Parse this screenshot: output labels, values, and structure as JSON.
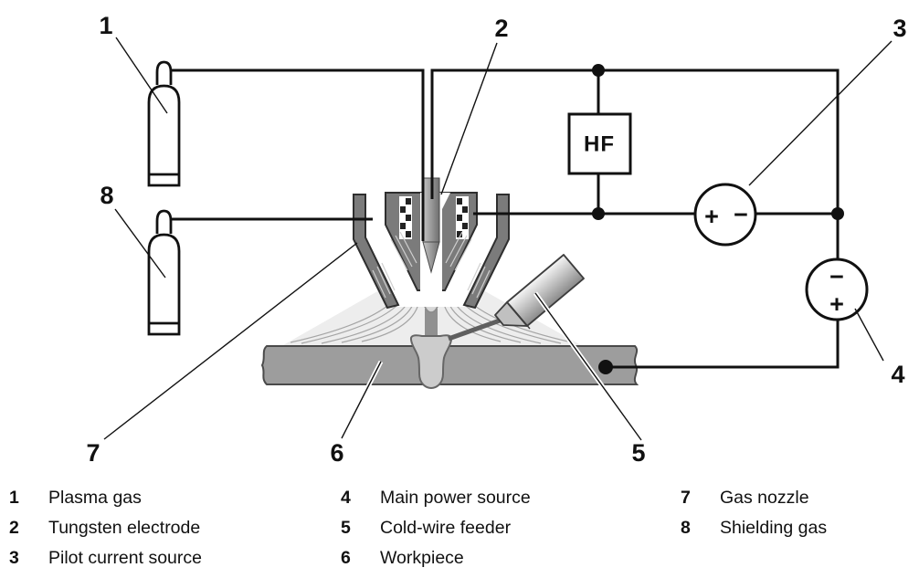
{
  "diagram": {
    "callouts": {
      "c1": "1",
      "c2": "2",
      "c3": "3",
      "c4": "4",
      "c5": "5",
      "c6": "6",
      "c7": "7",
      "c8": "8"
    },
    "hf_box": {
      "label": "HF"
    },
    "pilot_current_source": {
      "plus": "+",
      "minus": "−"
    },
    "main_power_source": {
      "minus": "−",
      "plus": "+"
    }
  },
  "legend": {
    "items": [
      {
        "num": "1",
        "label": "Plasma gas"
      },
      {
        "num": "2",
        "label": "Tungsten electrode"
      },
      {
        "num": "3",
        "label": "Pilot current source"
      },
      {
        "num": "4",
        "label": "Main power source"
      },
      {
        "num": "5",
        "label": "Cold-wire feeder"
      },
      {
        "num": "6",
        "label": "Workpiece"
      },
      {
        "num": "7",
        "label": "Gas nozzle"
      },
      {
        "num": "8",
        "label": "Shielding gas"
      }
    ]
  },
  "colors": {
    "line": "#1a1a1a",
    "torch_body": "#7b7b7b",
    "workpiece": "#9d9d9d",
    "weld_pool": "#cccccc",
    "gas_cone": "#ededed",
    "plasma_column": "#909090"
  }
}
